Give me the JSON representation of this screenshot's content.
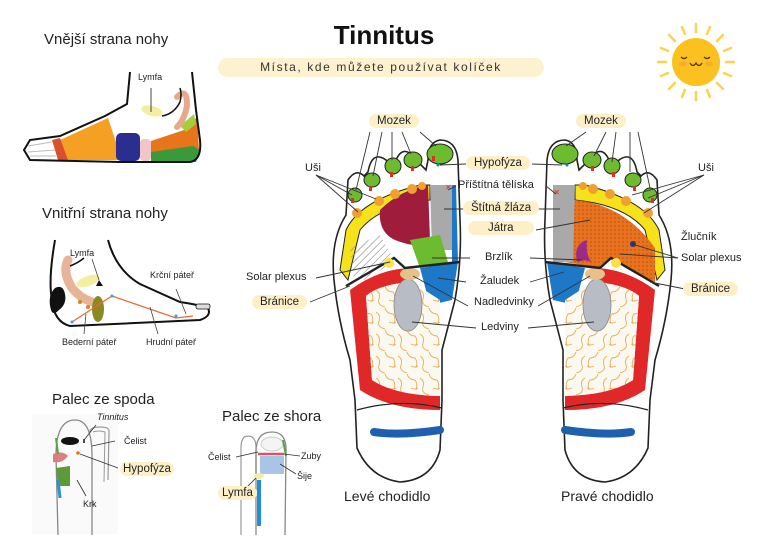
{
  "header": {
    "title": "Tinnitus",
    "subtitle": "Místa, kde můžete používat kolíček",
    "decoration_icon": "smiling-sun-icon"
  },
  "outer_foot": {
    "title": "Vnější strana nohy",
    "labels": {
      "lymph": "Lymfa"
    }
  },
  "inner_foot": {
    "title": "Vnitřní strana nohy",
    "labels": {
      "lymph": "Lymfa",
      "cervical_spine": "Krční páteř",
      "lumbar_spine": "Bederní páteř",
      "thoracic_spine": "Hrudní páteř"
    }
  },
  "toe_bottom": {
    "title": "Palec ze spoda",
    "labels": {
      "tinnitus": "Tinnitus",
      "jaw": "Čelist",
      "pituitary": "Hypofýza",
      "neck": "Krk"
    }
  },
  "toe_top": {
    "title": "Palec ze shora",
    "labels": {
      "jaw": "Čelist",
      "teeth": "Zuby",
      "nape": "Šije",
      "lymph": "Lymfa"
    }
  },
  "soles": {
    "left_caption": "Levé chodidlo",
    "right_caption": "Pravé chodidlo",
    "labels": {
      "brain": "Mozek",
      "ears_left": "Uši",
      "ears_right": "Uši",
      "pituitary": "Hypofýza",
      "parathyroid": "Příštítná tělíska",
      "thyroid": "Štítná žláza",
      "liver": "Játra",
      "gallbladder": "Žlučník",
      "thymus": "Brzlík",
      "solar_plexus_left": "Solar plexus",
      "solar_plexus_right": "Solar plexus",
      "stomach": "Žaludek",
      "adrenals": "Nadledvinky",
      "diaphragm_left": "Bránice",
      "diaphragm_right": "Bránice",
      "kidneys": "Ledviny"
    }
  },
  "colors": {
    "pill_bg": "#fdf0c8",
    "brain_green": "#6dbb2f",
    "ear_orange": "#f0a030",
    "lung_yellow": "#f5e21a",
    "heart_red": "#a01c3c",
    "thyroid_gray": "#a9a9a9",
    "stomach_blue": "#1e78c8",
    "liver_orange": "#e8721e",
    "colon_red": "#e02828",
    "sun_yellow": "#fbc21a"
  }
}
